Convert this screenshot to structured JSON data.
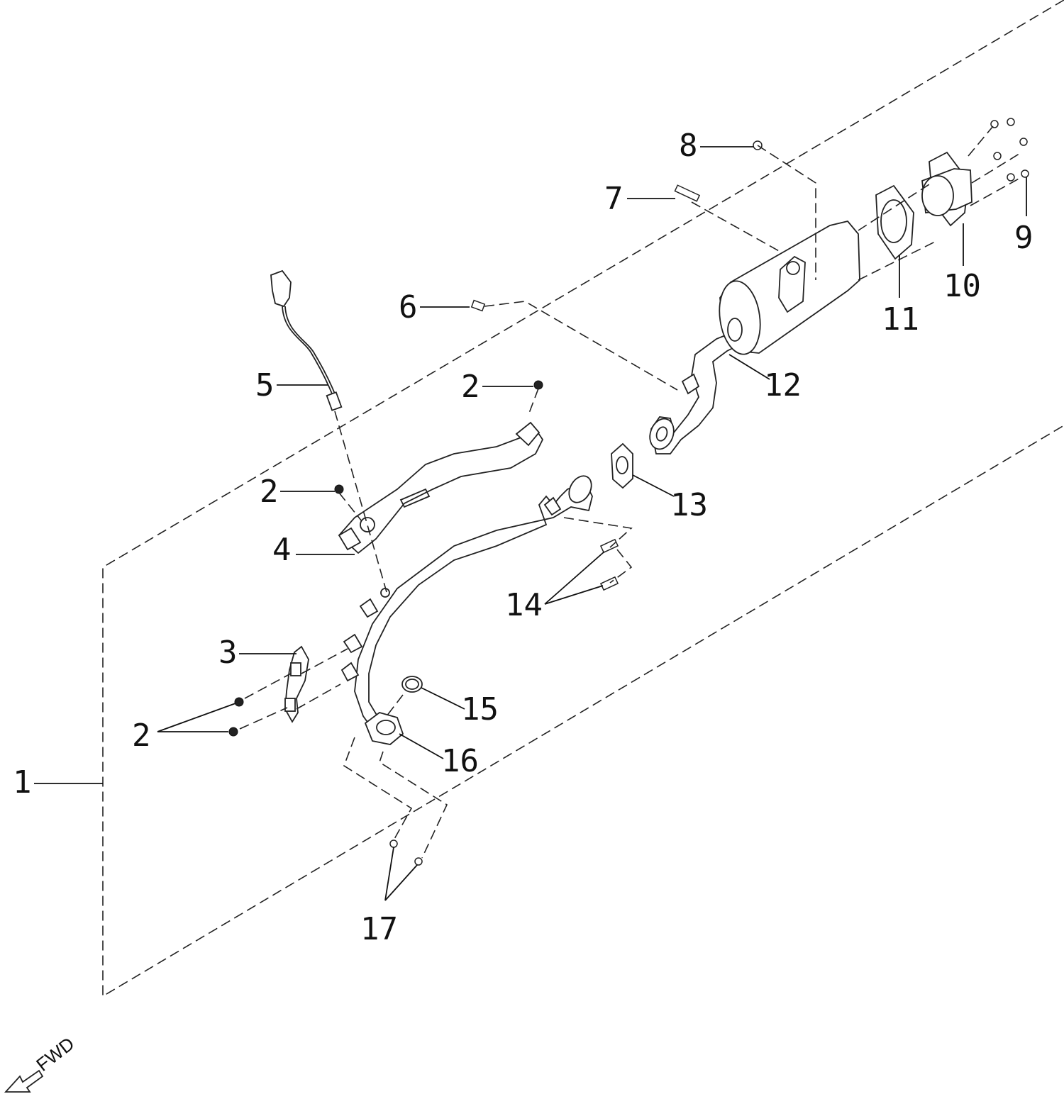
{
  "diagram": {
    "callouts": {
      "c1": "1",
      "c2a": "2",
      "c2b": "2",
      "c2c": "2",
      "c3": "3",
      "c4": "4",
      "c5": "5",
      "c6": "6",
      "c7": "7",
      "c8": "8",
      "c9": "9",
      "c10": "10",
      "c11": "11",
      "c12": "12",
      "c13": "13",
      "c14": "14",
      "c15": "15",
      "c16": "16",
      "c17": "17"
    },
    "direction_label": "FWD"
  }
}
